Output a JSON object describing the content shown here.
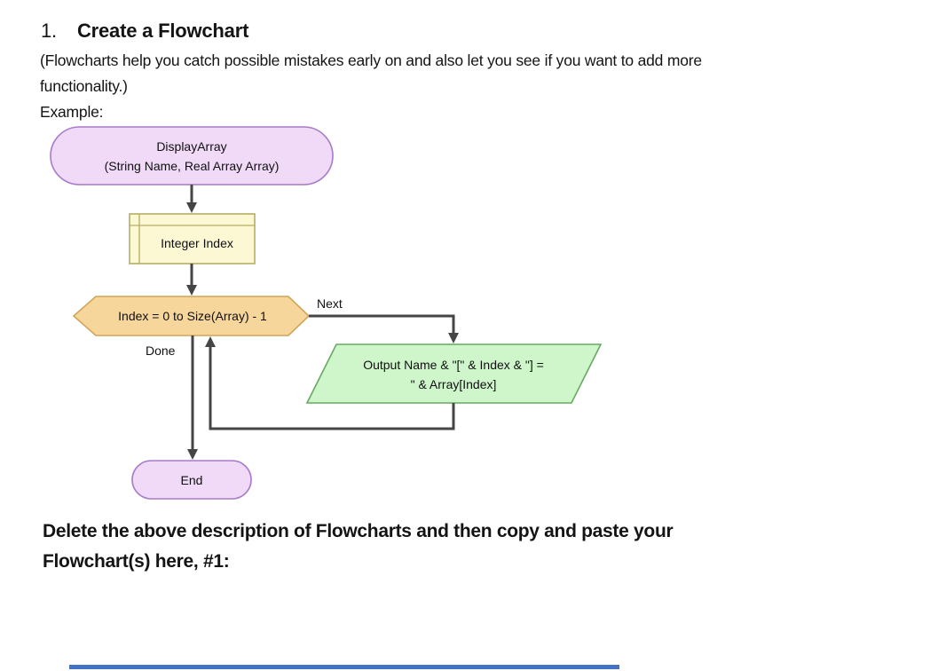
{
  "document": {
    "heading_number": "1.",
    "heading_title": "Create a Flowchart",
    "intro_line1": "(Flowcharts help you catch possible mistakes early on and also let you see if you want to add more",
    "intro_line2": "functionality.)",
    "example_label": "Example:",
    "footer_line1": "Delete the above description of Flowcharts and then copy and paste your",
    "footer_line2": "Flowchart(s) here, #1:"
  },
  "flowchart": {
    "start": {
      "line1": "DisplayArray",
      "line2": "(String Name, Real Array Array)"
    },
    "declare": {
      "label": "Integer Index"
    },
    "loop": {
      "label": "Index = 0 to Size(Array) - 1",
      "next_label": "Next",
      "done_label": "Done"
    },
    "output": {
      "line1": "Output Name & \"[\" & Index & \"] =",
      "line2": "\" & Array[Index]"
    },
    "end": {
      "label": "End"
    }
  },
  "colors": {
    "pill_fill": "#F0DAF8",
    "pill_stroke": "#A77BC8",
    "declare_fill": "#FCF8D4",
    "declare_stroke": "#B5AD64",
    "hex_fill": "#F7D69C",
    "hex_stroke": "#CFA558",
    "para_fill": "#CFF6CB",
    "para_stroke": "#67A961",
    "arrow_color": "#454545",
    "accent_blue": "#4472C4"
  }
}
